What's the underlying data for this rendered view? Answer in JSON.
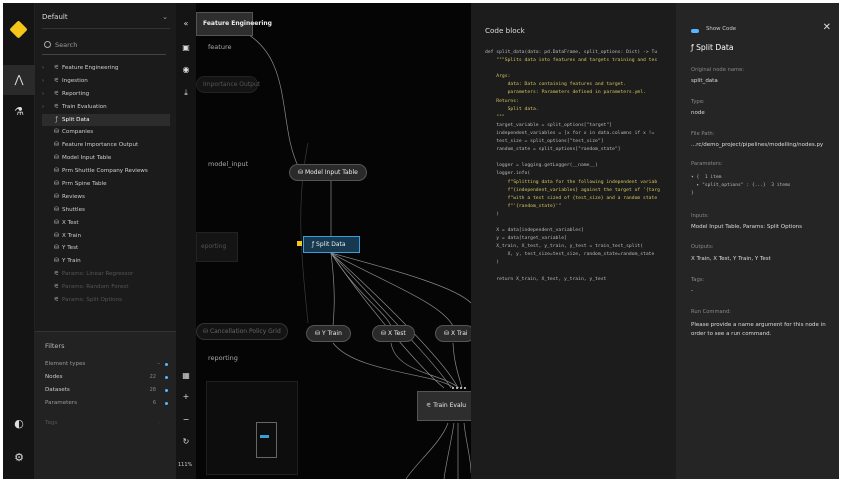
{
  "sidebar": {
    "pipeline": "Default",
    "search_placeholder": "Search",
    "tree": [
      {
        "label": "Feature Engineering",
        "kind": "group"
      },
      {
        "label": "Ingestion",
        "kind": "group"
      },
      {
        "label": "Reporting",
        "kind": "group"
      },
      {
        "label": "Train Evaluation",
        "kind": "group"
      },
      {
        "label": "Split Data",
        "kind": "function",
        "selected": true
      },
      {
        "label": "Companies",
        "kind": "dataset"
      },
      {
        "label": "Feature Importance Output",
        "kind": "dataset"
      },
      {
        "label": "Model Input Table",
        "kind": "dataset"
      },
      {
        "label": "Prm Shuttle Company Reviews",
        "kind": "dataset"
      },
      {
        "label": "Prm Spine Table",
        "kind": "dataset"
      },
      {
        "label": "Reviews",
        "kind": "dataset"
      },
      {
        "label": "Shuttles",
        "kind": "dataset"
      },
      {
        "label": "X Test",
        "kind": "dataset"
      },
      {
        "label": "X Train",
        "kind": "dataset"
      },
      {
        "label": "Y Test",
        "kind": "dataset"
      },
      {
        "label": "Y Train",
        "kind": "dataset"
      },
      {
        "label": "Params: Linear Regressor",
        "kind": "param",
        "dim": true
      },
      {
        "label": "Params: Random Forest",
        "kind": "param",
        "dim": true
      },
      {
        "label": "Params: Split Options",
        "kind": "param",
        "dim": true
      }
    ],
    "filters": {
      "heading": "Filters",
      "element_types": "Element types",
      "rows": [
        {
          "label": "Nodes",
          "count": "22"
        },
        {
          "label": "Datasets",
          "count": "28"
        },
        {
          "label": "Parameters",
          "count": "6"
        }
      ],
      "tags": "Tags"
    }
  },
  "toolbar": {
    "zoom": "111%"
  },
  "graph": {
    "nodes": {
      "feature_engineering": "Feature Engineering",
      "importance_output": "Importance Output",
      "model_input_table": "Model Input Table",
      "split_data": "Split Data",
      "reporting": "eporting",
      "cancellation": "Cancellation Policy Grid",
      "y_train": "Y Train",
      "x_test": "X Test",
      "x_train": "X Trai",
      "train_eval": "Train Evalu"
    },
    "labels": {
      "feature": "feature",
      "model_input": "model_input",
      "reporting": "reporting"
    }
  },
  "code_panel": {
    "title": "Code block",
    "lines": [
      {
        "t": "def split_data(data: pd.DataFrame, split_options: Dict) -> Tu",
        "y": false
      },
      {
        "t": "    \"\"\"Splits data into features and targets training and tes",
        "y": true
      },
      {
        "t": "",
        "y": false
      },
      {
        "t": "    Args:",
        "y": true
      },
      {
        "t": "        data: Data containing features and target.",
        "y": true
      },
      {
        "t": "        parameters: Parameters defined in parameters.yml.",
        "y": true
      },
      {
        "t": "    Returns:",
        "y": true
      },
      {
        "t": "        Split data.",
        "y": true
      },
      {
        "t": "    \"\"\"",
        "y": true
      },
      {
        "t": "    target_variable = split_options[\"target\"]",
        "y": false
      },
      {
        "t": "    independent_variables = [x for x in data.columns if x != ",
        "y": false
      },
      {
        "t": "    test_size = split_options[\"test_size\"]",
        "y": false
      },
      {
        "t": "    random_state = split_options[\"random_state\"]",
        "y": false
      },
      {
        "t": "",
        "y": false
      },
      {
        "t": "    logger = logging.getLogger(__name__)",
        "y": false
      },
      {
        "t": "    logger.info(",
        "y": false
      },
      {
        "t": "        f\"Splitting data for the following independent variab",
        "y": true
      },
      {
        "t": "        f\"{independent_variables} against the target of '{targ",
        "y": true
      },
      {
        "t": "        f\"with a test sized of {test_size} and a random state",
        "y": true
      },
      {
        "t": "        f\"'{random_state}'\"",
        "y": true
      },
      {
        "t": "    )",
        "y": false
      },
      {
        "t": "",
        "y": false
      },
      {
        "t": "    X = data[independent_variables]",
        "y": false
      },
      {
        "t": "    y = data[target_variable]",
        "y": false
      },
      {
        "t": "    X_train, X_test, y_train, y_test = train_test_split(",
        "y": false
      },
      {
        "t": "        X, y, test_size=test_size, random_state=random_state",
        "y": false
      },
      {
        "t": "    )",
        "y": false
      },
      {
        "t": "",
        "y": false
      },
      {
        "t": "    return X_train, X_test, y_train, y_test",
        "y": false
      }
    ]
  },
  "meta": {
    "show_code": "Show Code",
    "title": "Split Data",
    "original_name_label": "Original node name:",
    "original_name": "split_data",
    "type_label": "Type:",
    "type": "node",
    "filepath_label": "File Path:",
    "filepath": "...rc/demo_project/pipelines/modelling/nodes.py",
    "parameters_label": "Parameters:",
    "param_lines": [
      "▾ {  1 item",
      "  ▸ \"split_options\" : {...}  3 items",
      "}"
    ],
    "inputs_label": "Inputs:",
    "inputs": "Model Input Table,   Params: Split Options",
    "outputs_label": "Outputs:",
    "outputs": "X Train,   X Test,   Y Train,   Y Test",
    "tags_label": "Tags:",
    "tags": "-",
    "run_label": "Run Command:",
    "run": "Please provide a name argument for this node in order to see a run command."
  }
}
